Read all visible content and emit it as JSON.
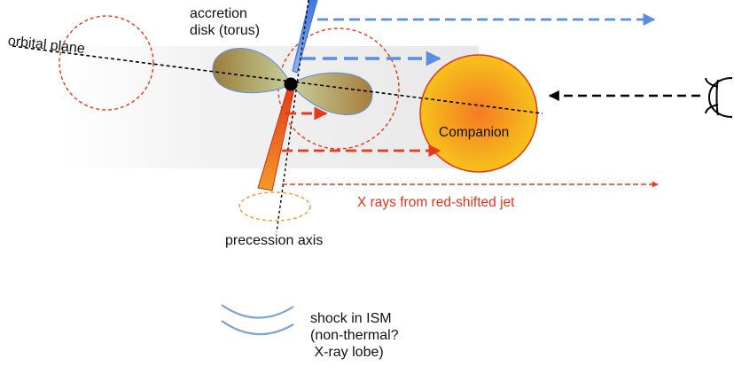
{
  "labels": {
    "orbital_plane": "orbital plane",
    "accretion_disk": "accretion\ndisk (torus)",
    "companion": "Companion",
    "xrays": "X rays from red-shifted jet",
    "precession_axis": "precession axis",
    "shock": "shock in ISM\n(non-thermal?\n X-ray lobe)"
  },
  "colors": {
    "blue_jet": "#5b8de6",
    "red_jet": "#ee4a22",
    "companion_outer": "#f7c21b",
    "companion_inner": "#f57a23",
    "orbit_circle": "#e23a1b",
    "shock_arc": "#7ea3d2",
    "disk_inner": "#b0a05a",
    "disk_outer": "#c9cf9c"
  },
  "icons": {
    "observer": "eye-icon"
  }
}
